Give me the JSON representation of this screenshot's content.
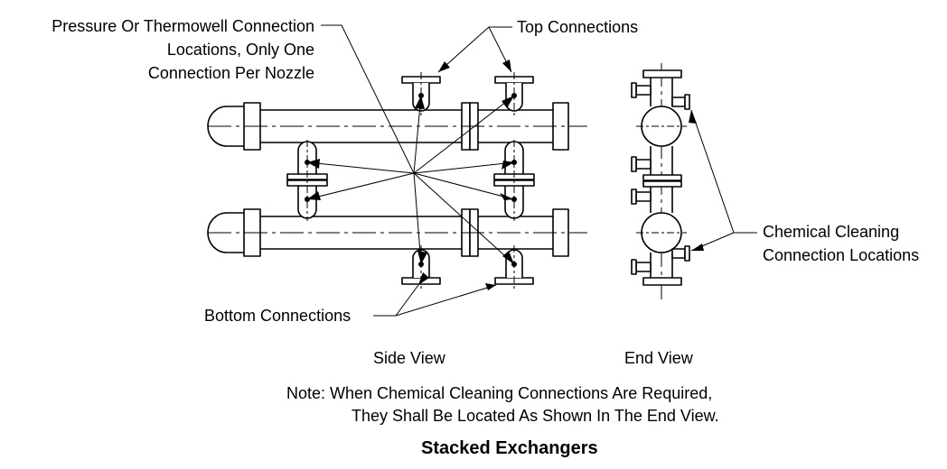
{
  "labels": {
    "pressure_thermowell": [
      "Pressure Or Thermowell Connection",
      "Locations, Only One",
      "Connection Per Nozzle"
    ],
    "top_connections": "Top Connections",
    "bottom_connections": "Bottom Connections",
    "chemical_cleaning": [
      "Chemical Cleaning",
      "Connection Locations"
    ],
    "side_view": "Side View",
    "end_view": "End View"
  },
  "note": [
    "Note:  When Chemical Cleaning Connections Are Required,",
    "They Shall Be Located As Shown In The End View."
  ],
  "title": "Stacked Exchangers"
}
